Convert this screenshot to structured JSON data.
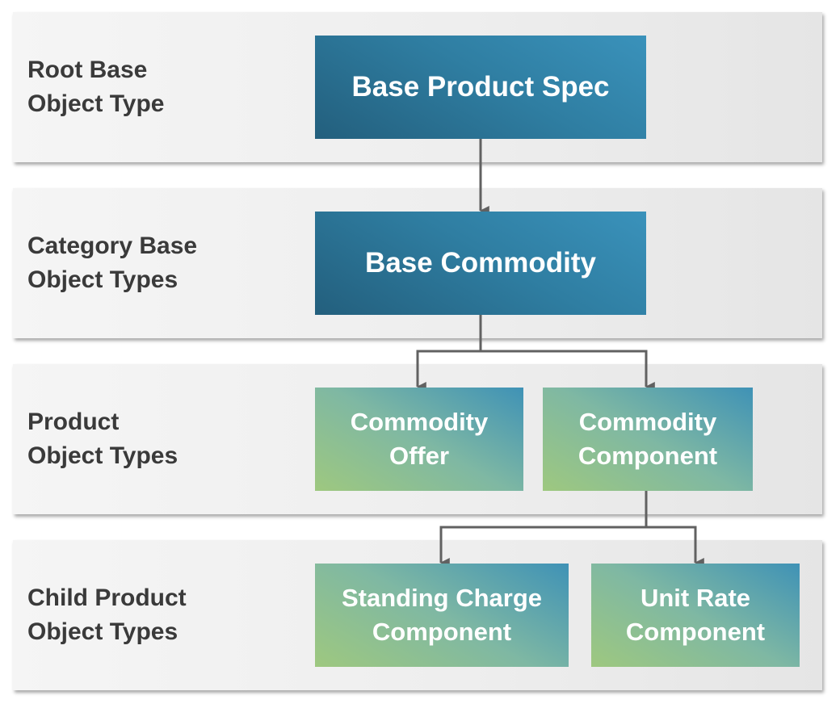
{
  "bands": [
    {
      "label": "Root Base\nObject Type"
    },
    {
      "label": "Category Base\nObject Types"
    },
    {
      "label": "Product\nObject Types"
    },
    {
      "label": "Child Product\nObject Types"
    }
  ],
  "nodes": {
    "base_product_spec": "Base Product Spec",
    "base_commodity": "Base Commodity",
    "commodity_offer": "Commodity\nOffer",
    "commodity_component": "Commodity\nComponent",
    "standing_charge_component": "Standing Charge\nComponent",
    "unit_rate_component": "Unit Rate\nComponent"
  },
  "colors": {
    "connector": "#616161",
    "label_text": "#3a3a3a",
    "node_blue": "#2f7ea2",
    "node_green_start": "#9ec87f",
    "node_green_end": "#3f92b6"
  }
}
